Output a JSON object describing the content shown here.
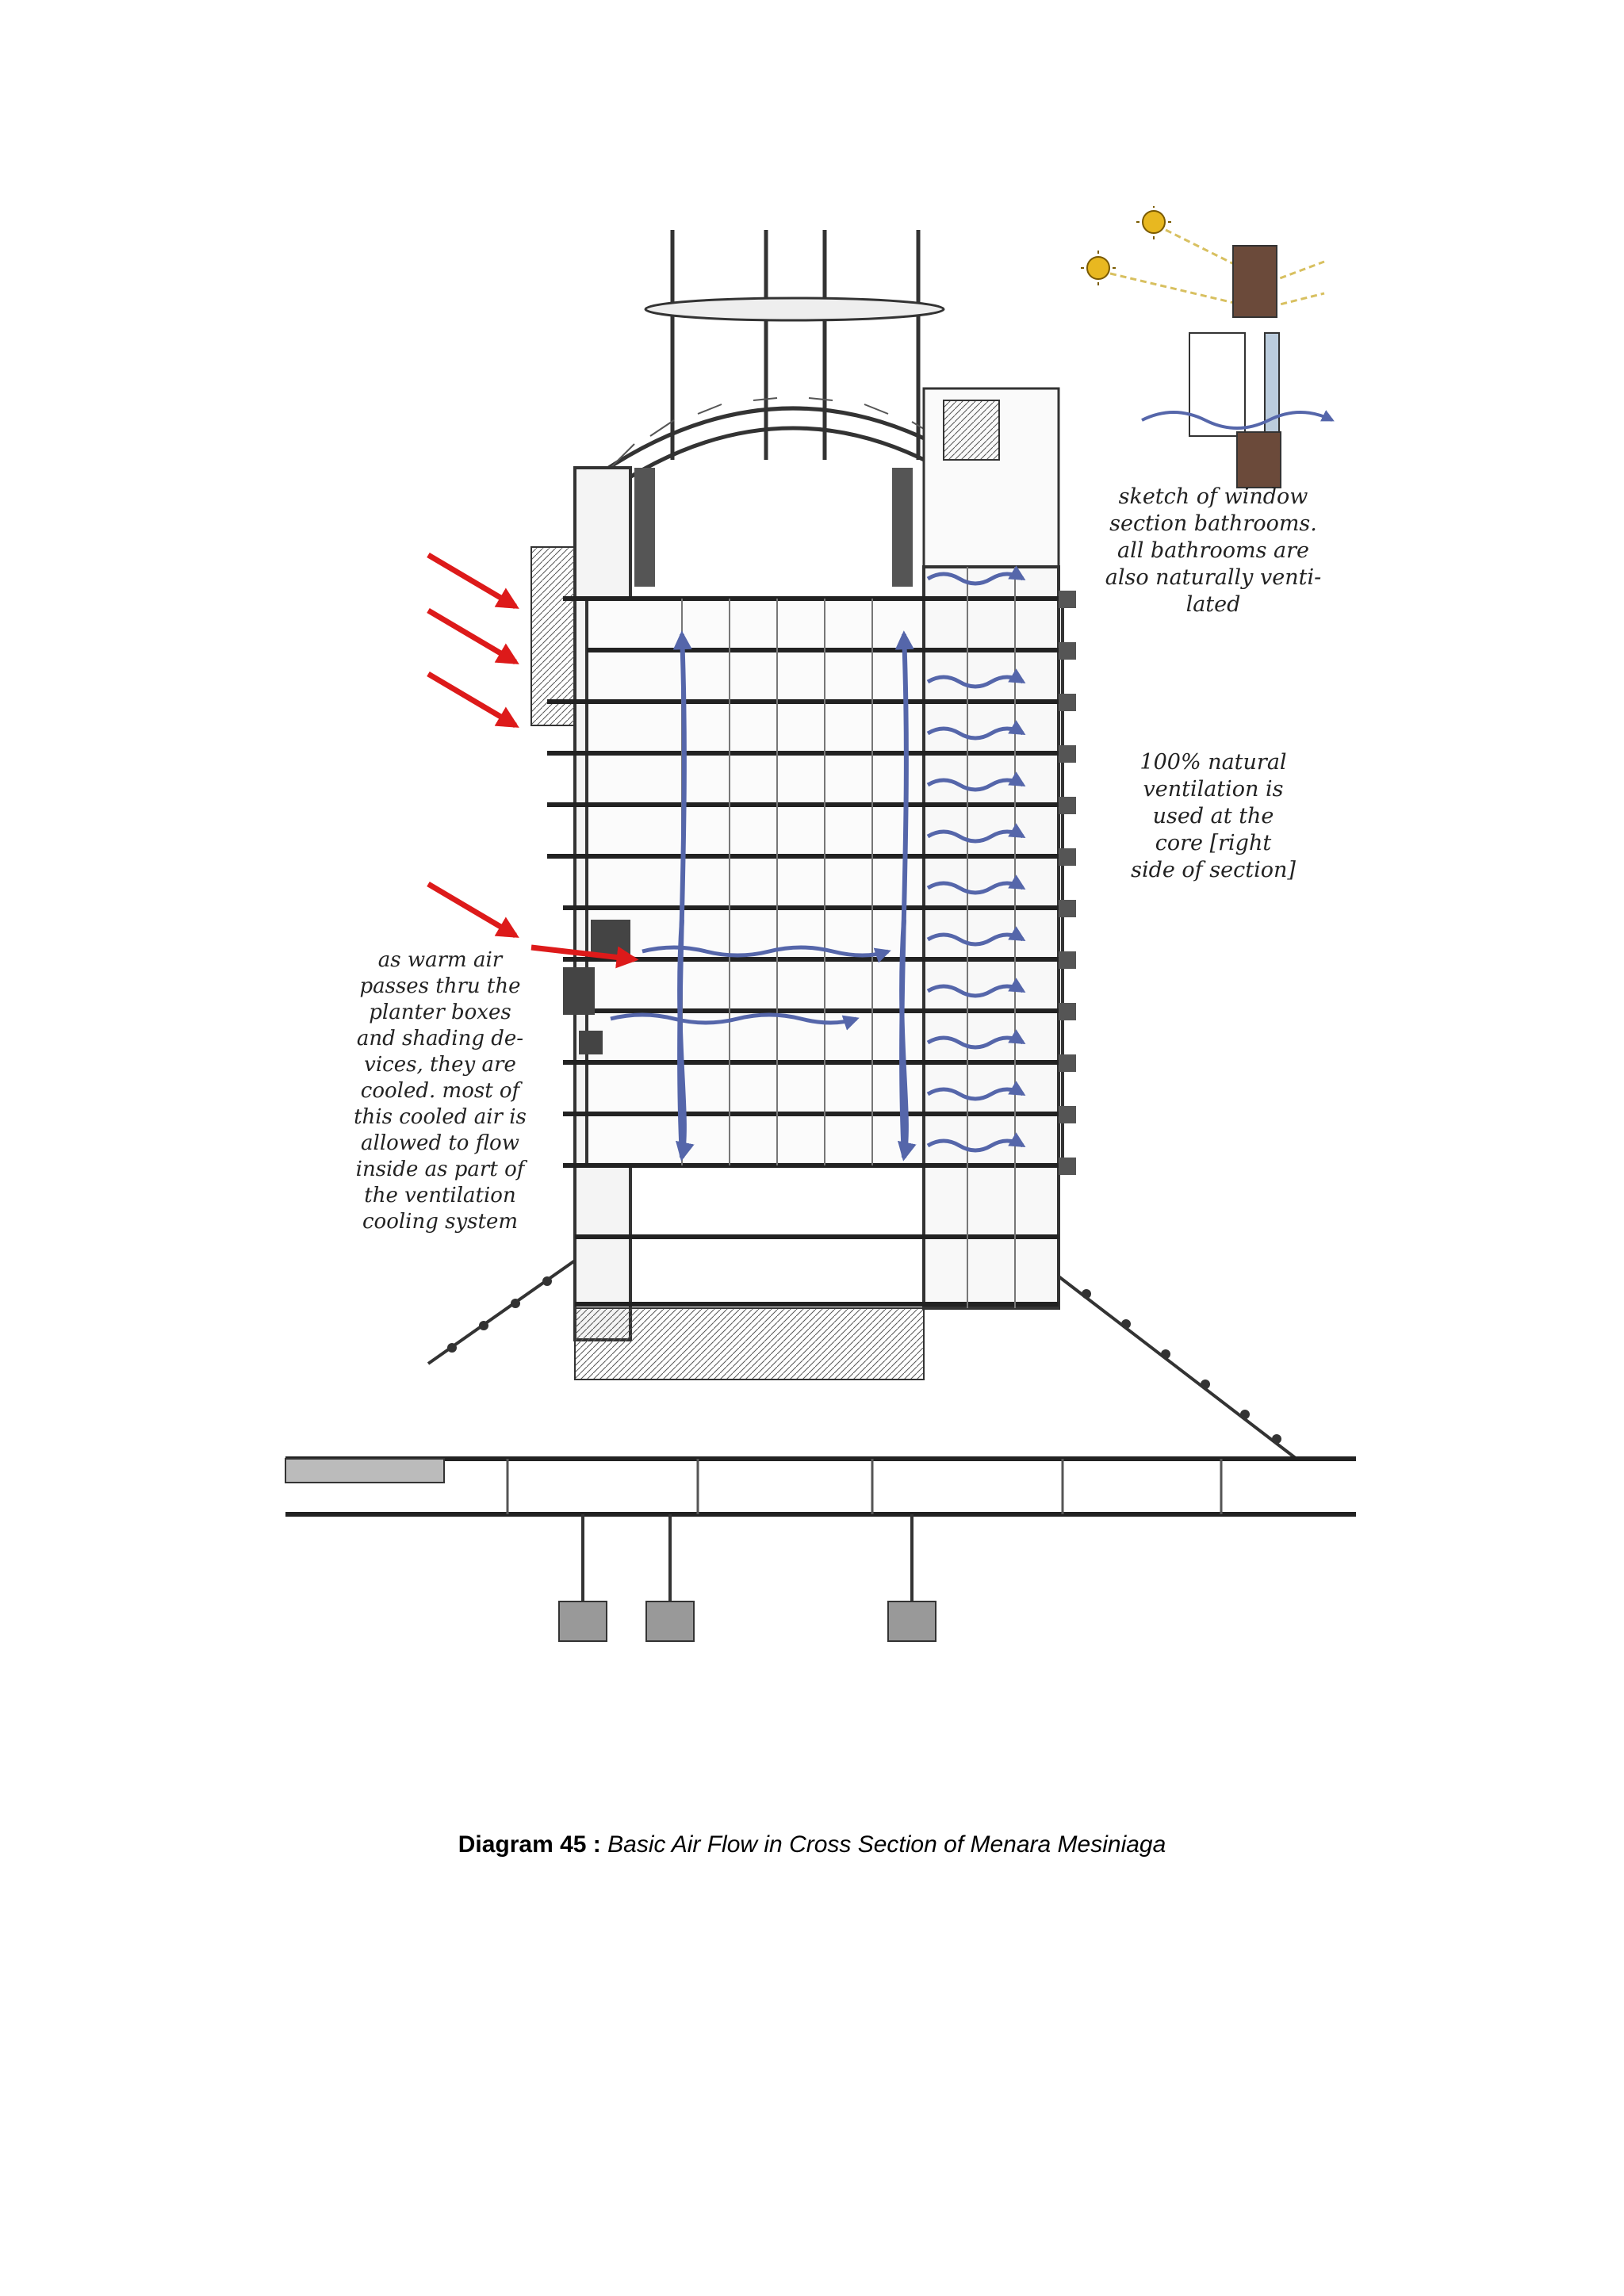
{
  "colors": {
    "drawing": "#333333",
    "airflow": "#5566aa",
    "warm_air": "#dd1a1a",
    "sun": "#e8b820"
  },
  "icons": [
    "sun-icon",
    "red-wind-arrow",
    "blue-airflow-arrow"
  ],
  "annotations": {
    "window_sketch": "sketch of window\nsection bathrooms.\nall bathrooms are\nalso naturally venti-\nlated",
    "core_ventilation": "100% natural\nventilation is\nused at the\ncore [right\nside of section]",
    "warm_air": "as warm air\npasses thru the\nplanter boxes\nand shading de-\nvices, they are\ncooled. most of\nthis cooled air is\nallowed to flow\ninside as part of\nthe ventilation\ncooling system"
  },
  "caption": {
    "label": "Diagram 45 :",
    "text": "Basic Air Flow in Cross Section of Menara Mesiniaga"
  }
}
